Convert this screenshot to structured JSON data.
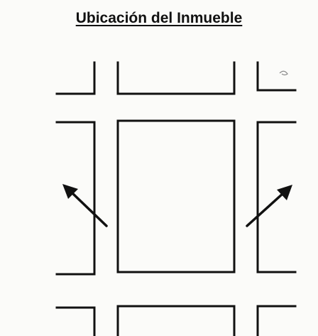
{
  "title": "Ubicación del Inmueble",
  "colors": {
    "ink": "#111111",
    "paper": "#fbfbf9"
  },
  "diagram": {
    "elements": [
      "city-blocks",
      "streets",
      "property-block",
      "direction-arrows"
    ],
    "arrows": [
      "arrow-northwest",
      "arrow-northeast"
    ]
  }
}
